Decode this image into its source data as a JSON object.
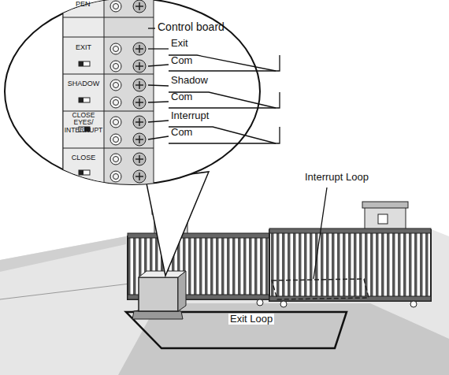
{
  "diagram": {
    "labels": [
      "PEN",
      "Control board",
      "EXIT",
      "Exit",
      "Com",
      "SHADOW",
      "Shadow",
      "Com",
      "CLOSE EYES/ INTERRUPT",
      "Interrupt",
      "Com",
      "CLOSE",
      "Interrupt Loop",
      "Exit Loop"
    ]
  }
}
